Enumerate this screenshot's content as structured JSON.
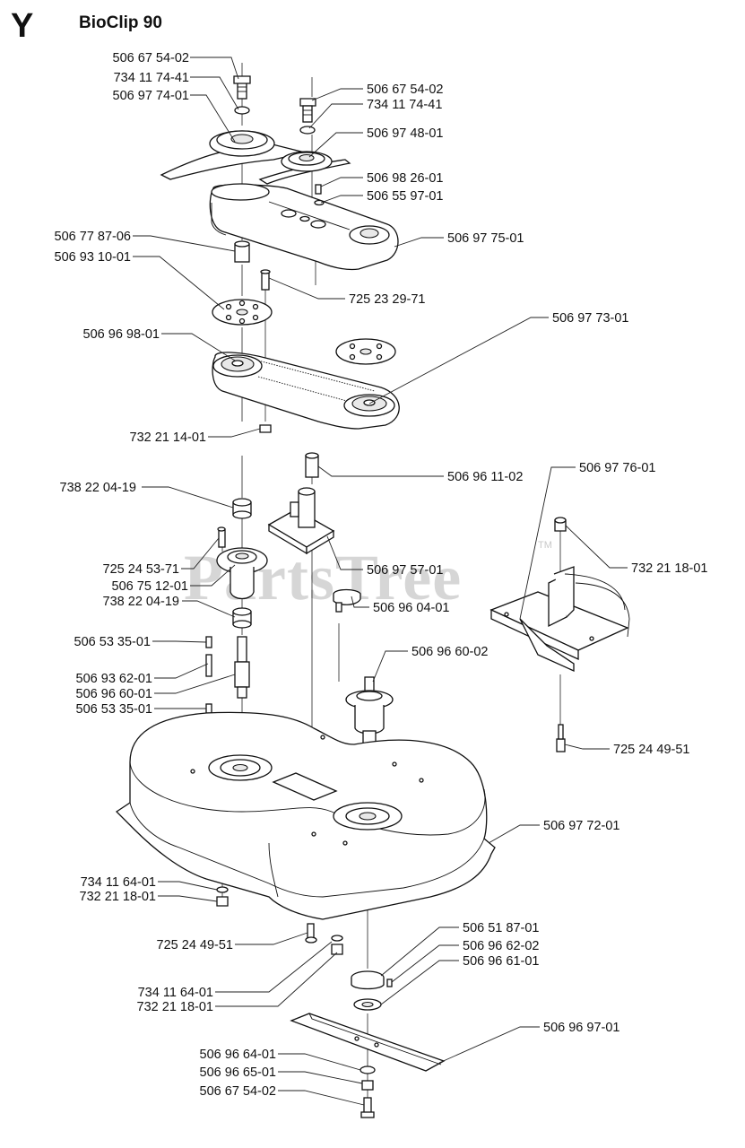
{
  "header": {
    "section_letter": "Y",
    "model_title": "BioClip 90"
  },
  "watermark": {
    "text": "PartsTree",
    "tm": "TM",
    "color": "#d0d0d0"
  },
  "parts": [
    "506 67 54-02",
    "734 11 74-41",
    "506 97 74-01",
    "506 67 54-02",
    "734 11 74-41",
    "506 97 48-01",
    "506 98 26-01",
    "506 55 97-01",
    "506 97 75-01",
    "506 77 87-06",
    "506 93 10-01",
    "725 23 29-71",
    "506 97 73-01",
    "506 96 98-01",
    "732 21 14-01",
    "506 96 11-02",
    "506 97 76-01",
    "738 22 04-19",
    "725 24 53-71",
    "506 75 12-01",
    "506 97 57-01",
    "732 21 18-01",
    "738 22 04-19",
    "506 96 04-01",
    "506 53 35-01",
    "506 96 60-02",
    "506 93 62-01",
    "506 96 60-01",
    "506 53 35-01",
    "725 24 49-51",
    "506 97 72-01",
    "734 11 64-01",
    "732 21 18-01",
    "725 24 49-51",
    "506 51 87-01",
    "506 96 62-02",
    "506 96 61-01",
    "734 11 64-01",
    "732 21 18-01",
    "506 96 97-01",
    "506 96 64-01",
    "506 96 65-01",
    "506 67 54-02"
  ]
}
